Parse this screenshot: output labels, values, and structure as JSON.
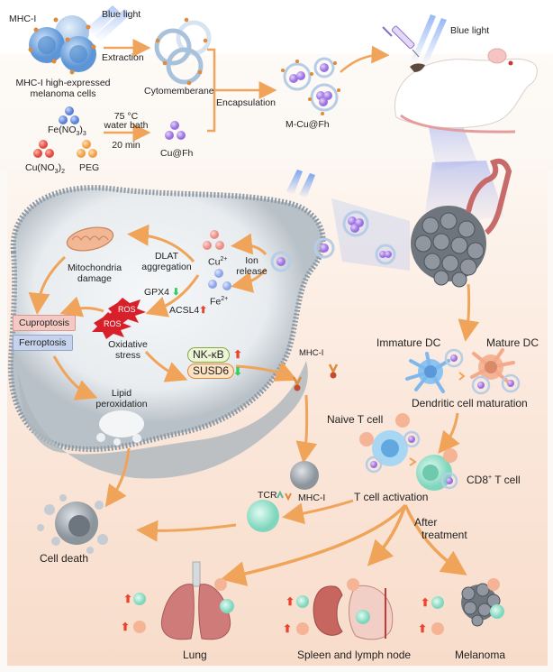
{
  "colors": {
    "arrow": "#f0a45a",
    "cell_gray": "#b9c0c6",
    "blue_light": "#7fa8f0",
    "cu_red": "#e4554d",
    "fe_blue": "#6c8fdc",
    "peg_orange": "#f2ac58",
    "nanoparticle_purple": "#a57ee6",
    "t_cell_teal": "#8fdcc5",
    "dc_blue": "#7fb8ec",
    "dc_orange": "#f5a98a",
    "up_arrow": "#e8452f",
    "down_arrow": "#2fcf5c"
  },
  "synthesis": {
    "mhc_label": "MHC-I",
    "blue_light_label": "Blue light",
    "cells_label_line1": "MHC-I high-expressed",
    "cells_label_line2": "melanoma cells",
    "extraction_label": "Extraction",
    "cytomembrane_label": "Cytomemberane",
    "fe_label": "Fe(NO",
    "fe_sub": "3",
    "fe_close": ")",
    "fe_sub2": "3",
    "cu_label": "Cu(NO",
    "cu_sub": "3",
    "cu_close": ")",
    "cu_sub2": "2",
    "peg_label": "PEG",
    "temp_label": "75 °C",
    "waterbath_label": "water bath",
    "time_label": "20 min",
    "cufh_label": "Cu@Fh",
    "encapsulation_label": "Encapsulation",
    "mcufh_label": "M-Cu@Fh",
    "mouse_blue_light_label": "Blue light"
  },
  "cell_mechanism": {
    "mito_label_line1": "Mitochondria",
    "mito_label_line2": "damage",
    "dlat_line1": "DLAT",
    "dlat_line2": "aggregation",
    "cu_ion": "Cu",
    "cu_charge": "2+",
    "fe_ion": "Fe",
    "fe_charge": "2+",
    "ion_release_line1": "Ion",
    "ion_release_line2": "release",
    "gpx4": "GPX4",
    "gpx4_dir": "⬇",
    "acsl4": "ACSL4",
    "acsl4_dir": "⬆",
    "ros1": "ROS",
    "ros2": "ROS",
    "oxidative_line1": "Oxidative",
    "oxidative_line2": "stress",
    "cuproptosis": "Cuproptosis",
    "ferroptosis": "Ferroptosis",
    "nkkb": "NK-κB",
    "nkkb_dir": "⬆",
    "susd6": "SUSD6",
    "susd6_dir": "⬇",
    "mhc_membrane": "MHC-I",
    "lipid_line1": "Lipid",
    "lipid_line2": "peroxidation"
  },
  "immune": {
    "immature_dc": "Immature DC",
    "mature_dc": "Mature DC",
    "dc_maturation": "Dendritic cell maturation",
    "naive_t": "Naive T cell",
    "cd8_t": "CD8",
    "cd8_sup": "+",
    "cd8_rest": " T cell",
    "t_activation": "T cell activation",
    "tcr": "TCR",
    "mhc_i": "MHC-I",
    "cell_death": "Cell death",
    "after_line1": "After",
    "after_line2": "treatment"
  },
  "organs": [
    {
      "label": "Lung",
      "t_cell_dir": "⬆",
      "dc_dir": "⬆"
    },
    {
      "label": "Spleen and lymph node",
      "t_cell_dir": "⬆",
      "dc_dir": "⬆"
    },
    {
      "label": "Melanoma",
      "t_cell_dir": "⬆",
      "dc_dir": "⬆"
    }
  ]
}
